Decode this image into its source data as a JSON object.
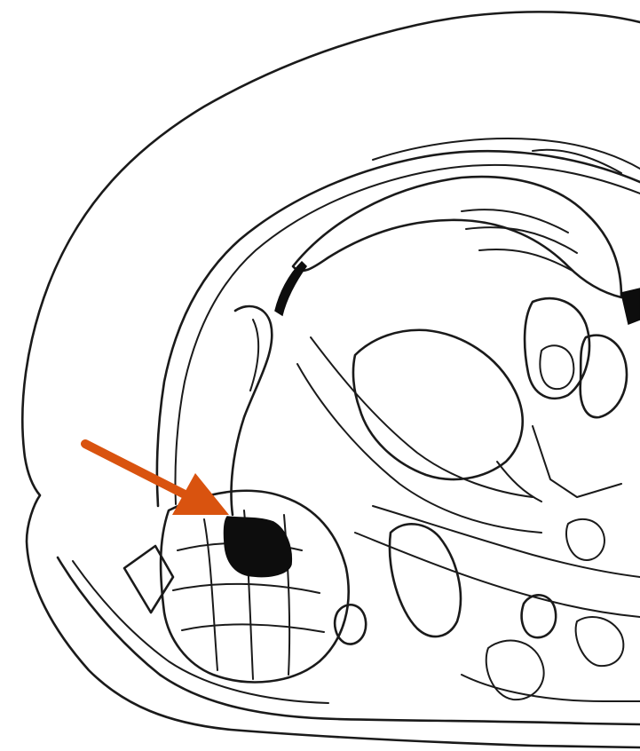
{
  "figure": {
    "type": "brain-section-diagram",
    "colors": {
      "outline": "#1a1a1a",
      "lesion_fill": "#0d0d0d",
      "arrow": "#d9530f",
      "background": "#ffffff"
    },
    "marks": {
      "arrow_icon": "arrow-pointing-to-lesion",
      "lesion_region": "filled-black-region"
    }
  }
}
